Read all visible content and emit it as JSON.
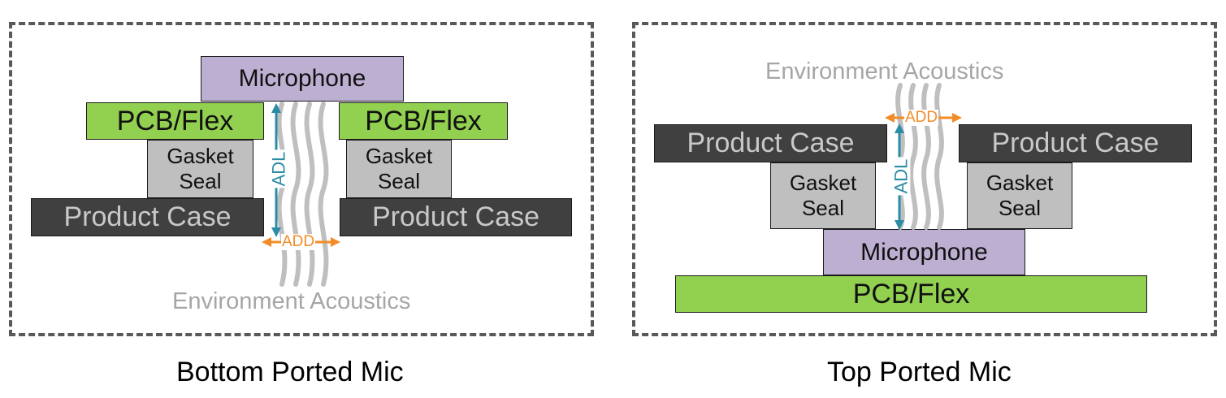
{
  "colors": {
    "microphone": "#bdafd2",
    "pcb": "#92d050",
    "product_case": "#404040",
    "gasket_seal": "#bfbfbf",
    "adl_arrow": "#2b8ca6",
    "add_arrow": "#f28c28",
    "sound_waves": "#bfbfbf"
  },
  "bottom_ported": {
    "caption": "Bottom Ported Mic",
    "microphone": "Microphone",
    "pcb_left": "PCB/Flex",
    "pcb_right": "PCB/Flex",
    "gasket_left": "Gasket Seal",
    "gasket_right": "Gasket Seal",
    "case_left": "Product Case",
    "case_right": "Product Case",
    "adl": "ADL",
    "add": "ADD",
    "environment": "Environment Acoustics"
  },
  "top_ported": {
    "caption": "Top Ported Mic",
    "environment": "Environment Acoustics",
    "add": "ADD",
    "case_left": "Product Case",
    "case_right": "Product Case",
    "gasket_left": "Gasket Seal",
    "gasket_right": "Gasket Seal",
    "adl": "ADL",
    "microphone": "Microphone",
    "pcb": "PCB/Flex"
  }
}
